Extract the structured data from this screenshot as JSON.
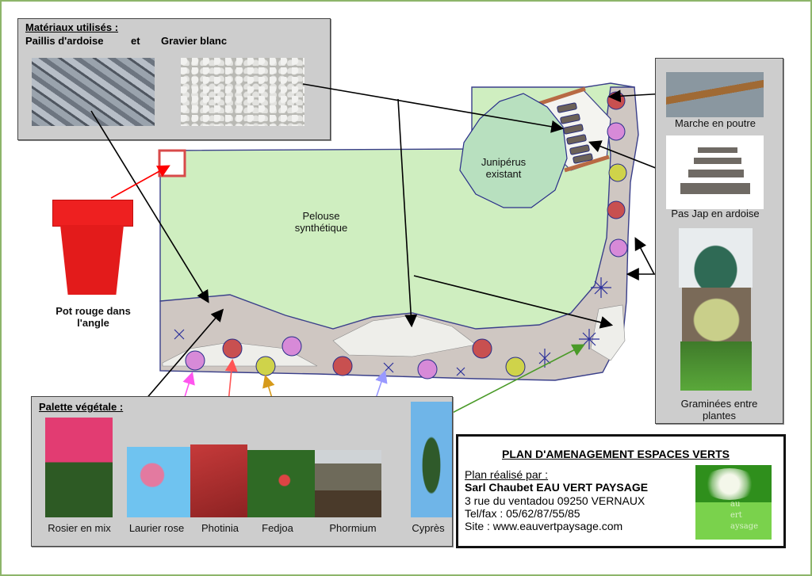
{
  "materials": {
    "heading": "Matériaux utilisés :",
    "item1": "Paillis d'ardoise",
    "conj": "et",
    "item2": "Gravier blanc"
  },
  "pot": {
    "label_line1": "Pot rouge dans",
    "label_line2": "l'angle"
  },
  "plan": {
    "lawn_line1": "Pelouse",
    "lawn_line2": "synthétique",
    "juniper_line1": "Junipérus",
    "juniper_line2": "existant"
  },
  "right_panel": {
    "item1": "Marche en poutre",
    "item2": "Pas Jap en ardoise",
    "item3_line1": "Graminées entre",
    "item3_line2": "plantes"
  },
  "palette": {
    "heading": "Palette végétale :",
    "plants": [
      {
        "name": "Rosier en mix",
        "arrow_color": "#000000"
      },
      {
        "name": "Laurier rose",
        "arrow_color": "#ff55ee"
      },
      {
        "name": "Photinia",
        "arrow_color": "#ff5555"
      },
      {
        "name": "Fedjoa",
        "arrow_color": "#d69a1a"
      },
      {
        "name": "Phormium",
        "arrow_color": "#9999ff"
      },
      {
        "name": "Cyprès",
        "arrow_color": "#4a9a28"
      }
    ]
  },
  "title_block": {
    "title": "PLAN D'AMENAGEMENT ESPACES VERTS",
    "made_by": "Plan réalisé par :",
    "company": "Sarl Chaubet EAU VERT PAYSAGE",
    "address": "3 rue du ventadou 09250 VERNAUX",
    "phone": "Tel/fax : 05/62/87/55/85",
    "site": "Site : www.eauvertpaysage.com",
    "logo_text": [
      "au",
      "ert",
      "aysage"
    ]
  }
}
